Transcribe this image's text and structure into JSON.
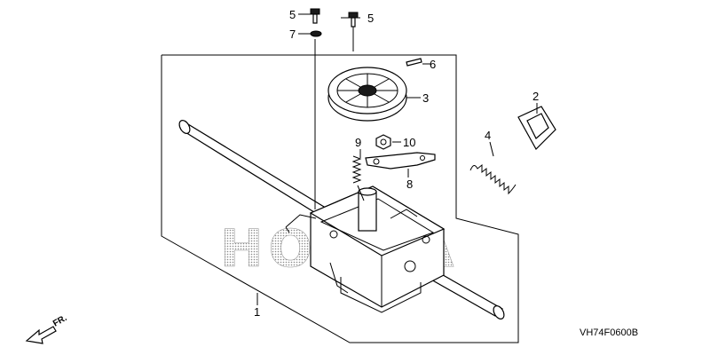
{
  "callouts": {
    "c1": "1",
    "c2": "2",
    "c3": "3",
    "c4": "4",
    "c5a": "5",
    "c5b": "5",
    "c6": "6",
    "c7": "7",
    "c8": "8",
    "c9": "9",
    "c10": "10"
  },
  "watermark": "HONDA",
  "direction_label": "FR.",
  "diagram_code": "VH74F0600B"
}
